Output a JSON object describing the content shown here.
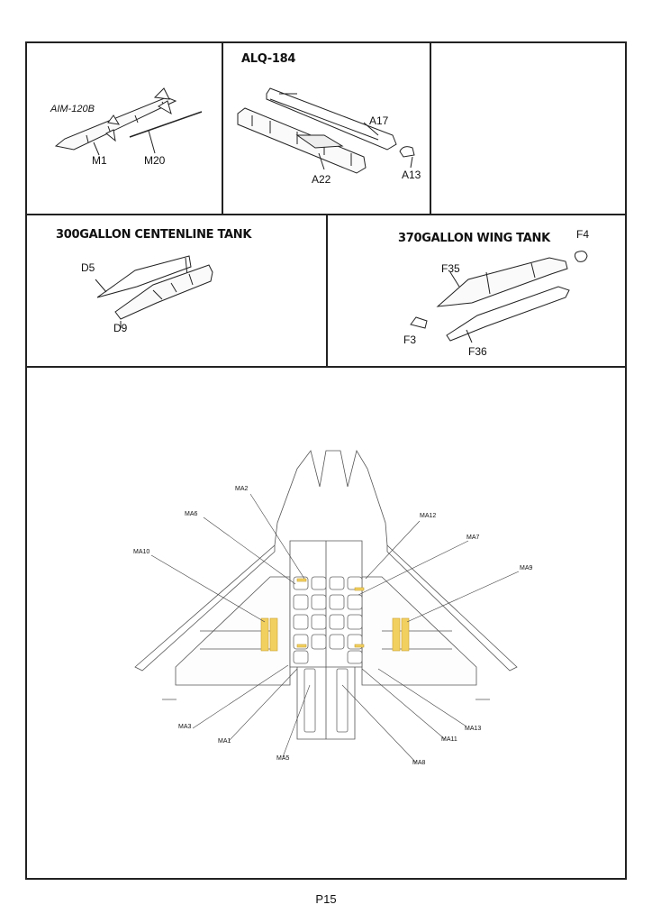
{
  "page_number": "P15",
  "panels": {
    "missile": {
      "name": "AIM-120B",
      "parts": [
        "M1",
        "M20"
      ]
    },
    "pod": {
      "title": "ALQ-184",
      "parts": [
        "A17",
        "A22",
        "A13"
      ]
    },
    "center_tank": {
      "title": "300GALLON CENTENLINE TANK",
      "parts": [
        "D5",
        "D9"
      ]
    },
    "wing_tank": {
      "title": "370GALLON WING TANK",
      "parts": [
        "F4",
        "F35",
        "F3",
        "F36"
      ]
    },
    "airframe": {
      "parts": [
        "MA2",
        "MA6",
        "MA12",
        "MA7",
        "MA10",
        "MA9",
        "MA3",
        "MA1",
        "MA5",
        "MA13",
        "MA11",
        "MA8"
      ]
    }
  }
}
